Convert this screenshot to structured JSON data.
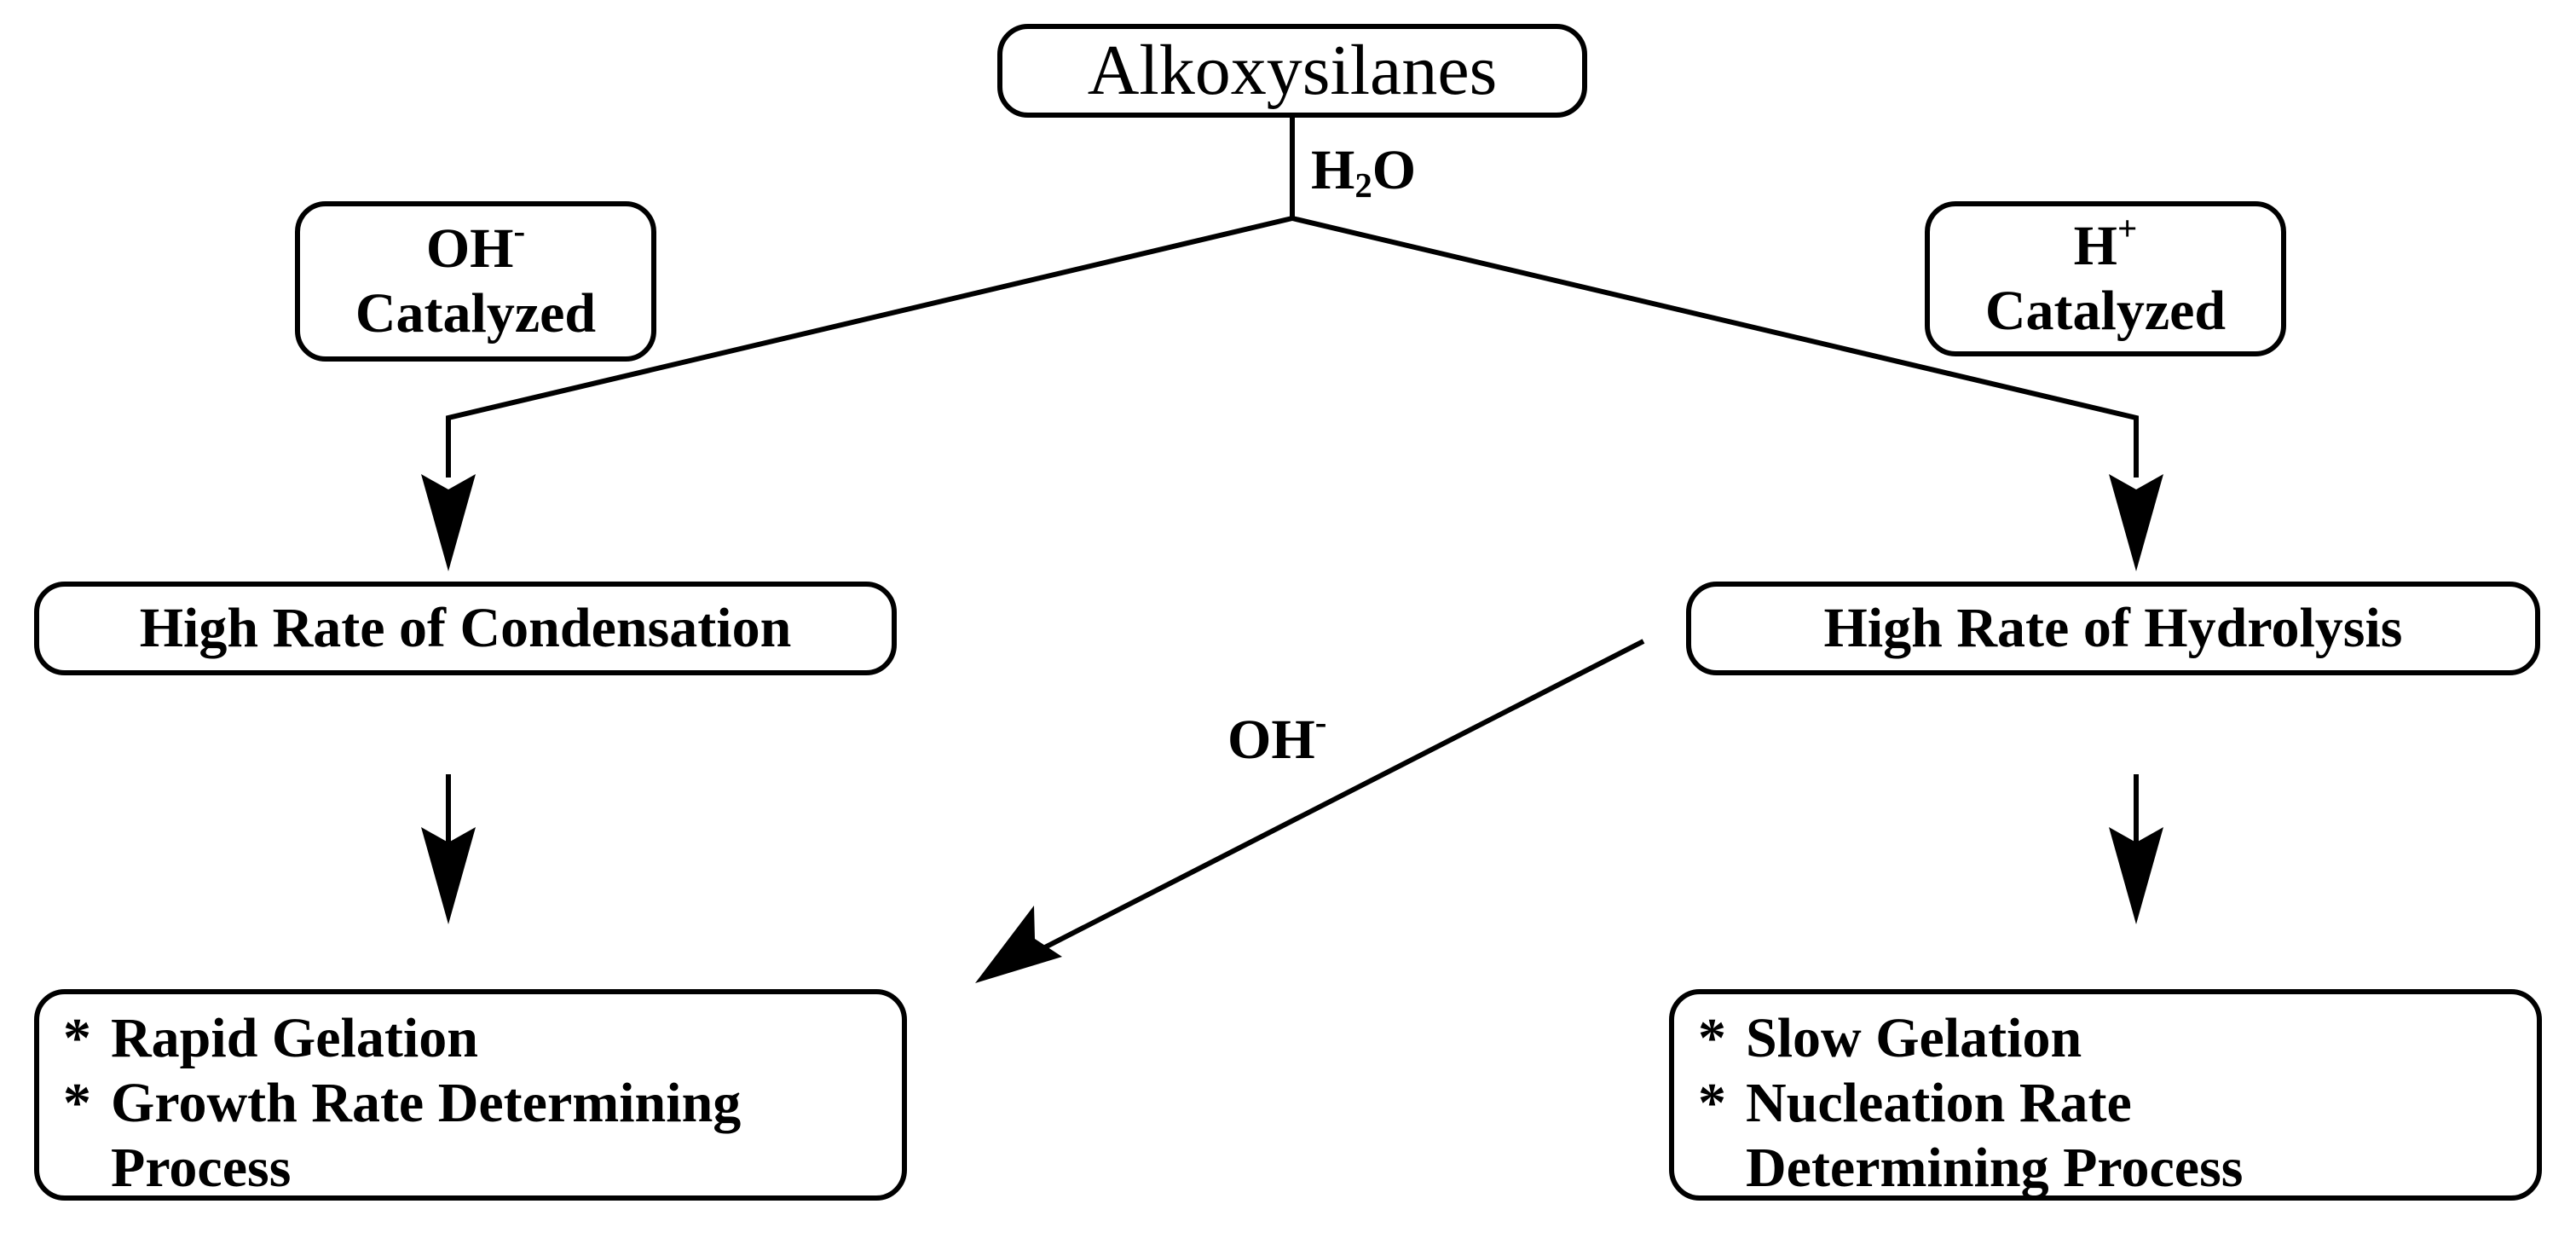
{
  "diagram": {
    "root": {
      "label": "Alkoxysilanes"
    },
    "water": {
      "base": "H",
      "sub": "2",
      "tail": "O"
    },
    "left_catalyst": {
      "base": "OH",
      "sup": "-",
      "line2": "Catalyzed"
    },
    "right_catalyst": {
      "base": "H",
      "sup": "+",
      "line2": "Catalyzed"
    },
    "left_rate": {
      "label": "High Rate of Condensation"
    },
    "right_rate": {
      "label": "High Rate of Hydrolysis"
    },
    "cross_label": {
      "base": "OH",
      "sup": "-"
    },
    "left_result": {
      "bullet": "*",
      "item1": "Rapid Gelation",
      "item2": "Growth Rate Determining",
      "item2_cont": "Process"
    },
    "right_result": {
      "bullet": "*",
      "item1": "Slow Gelation",
      "item2": "Nucleation Rate",
      "item2_cont": "Determining Process"
    }
  },
  "colors": {
    "stroke": "#000000",
    "background": "#ffffff"
  }
}
